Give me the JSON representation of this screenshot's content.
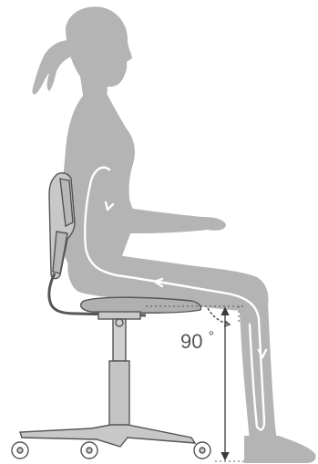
{
  "diagram": {
    "angle_value": "90",
    "angle_unit": "°"
  },
  "colors": {
    "silhouette": "#b4b4b4",
    "chair_outline": "#555555",
    "chair_fill": "#c8c8c8",
    "posture_line": "#ffffff",
    "dimension_line": "#3a3a3a",
    "guide_dotted": "#555555"
  },
  "icons": [
    "seated-person-silhouette",
    "office-chair",
    "posture-arrow",
    "height-arrow"
  ]
}
